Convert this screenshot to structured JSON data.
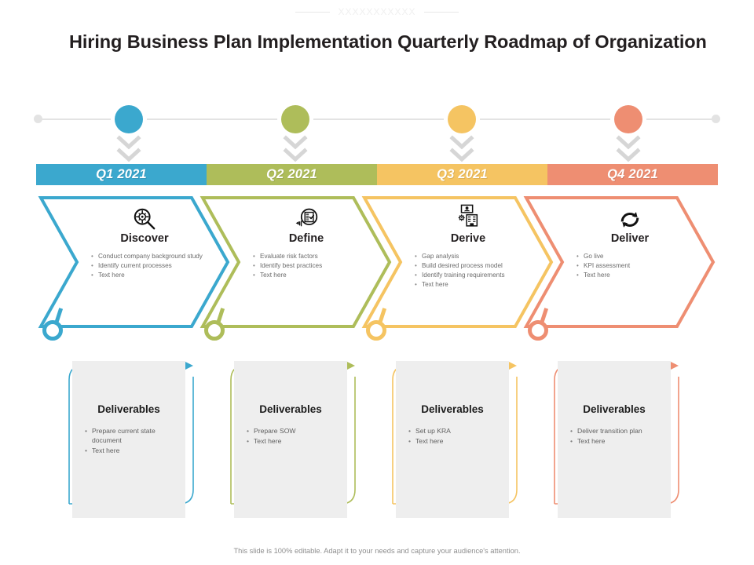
{
  "decoration": {
    "marker": "XXXXXXXXXXX"
  },
  "header": {
    "title": "Hiring Business Plan Implementation Quarterly Roadmap of Organization"
  },
  "colors": {
    "q1": "#3BA8CE",
    "q2": "#AEBD5A",
    "q3": "#F5C462",
    "q4": "#EE8E72",
    "rail": "#E3E3E3",
    "arrow": "#D6D6D6",
    "card_bg": "#EEEEEE"
  },
  "timeline": {
    "quarters": [
      {
        "label": "Q1 2021",
        "color": "#3BA8CE"
      },
      {
        "label": "Q2 2021",
        "color": "#AEBD5A"
      },
      {
        "label": "Q3 2021",
        "color": "#F5C462"
      },
      {
        "label": "Q4 2021",
        "color": "#EE8E72"
      }
    ]
  },
  "stages": [
    {
      "title": "Discover",
      "icon": "magnifier-compass-icon",
      "color": "#3BA8CE",
      "bullets": [
        "Conduct company background study",
        "Identify current processes",
        "Text here"
      ]
    },
    {
      "title": "Define",
      "icon": "checklist-clipboard-icon",
      "color": "#AEBD5A",
      "bullets": [
        "Evaluate risk factors",
        "Identify best practices",
        "Text here"
      ]
    },
    {
      "title": "Derive",
      "icon": "process-gear-icon",
      "color": "#F5C462",
      "bullets": [
        "Gap analysis",
        "Build desired process model",
        "Identify training requirements",
        "Text here"
      ]
    },
    {
      "title": "Deliver",
      "icon": "sync-refresh-icon",
      "color": "#EE8E72",
      "bullets": [
        "Go live",
        "KPI assessment",
        "Text here"
      ]
    }
  ],
  "deliverables": [
    {
      "title": "Deliverables",
      "color": "#3BA8CE",
      "bullets": [
        "Prepare current state document",
        "Text here"
      ]
    },
    {
      "title": "Deliverables",
      "color": "#AEBD5A",
      "bullets": [
        "Prepare SOW",
        "Text here"
      ]
    },
    {
      "title": "Deliverables",
      "color": "#F5C462",
      "bullets": [
        "Set up KRA",
        "Text here"
      ]
    },
    {
      "title": "Deliverables",
      "color": "#EE8E72",
      "bullets": [
        "Deliver transition plan",
        "Text here"
      ]
    }
  ],
  "footer": {
    "note": "This slide is 100% editable. Adapt it to your needs and capture your audience's attention."
  }
}
